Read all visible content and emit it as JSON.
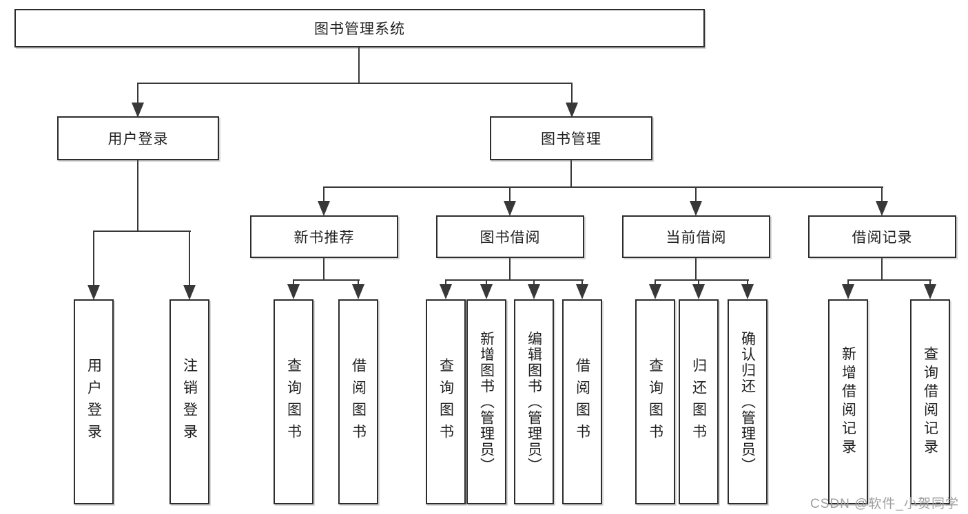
{
  "diagram": {
    "root": {
      "label": "图书管理系统",
      "children": [
        {
          "label": "用户登录",
          "children": [
            {
              "label": "用户登录"
            },
            {
              "label": "注销登录"
            }
          ]
        },
        {
          "label": "图书管理",
          "children": [
            {
              "label": "新书推荐",
              "children": [
                {
                  "label": "查询图书"
                },
                {
                  "label": "借阅图书"
                }
              ]
            },
            {
              "label": "图书借阅",
              "children": [
                {
                  "label": "查询图书"
                },
                {
                  "label": "新增图书（管理员）"
                },
                {
                  "label": "编辑图书（管理员）"
                },
                {
                  "label": "借阅图书"
                }
              ]
            },
            {
              "label": "当前借阅",
              "children": [
                {
                  "label": "查询图书"
                },
                {
                  "label": "归还图书"
                },
                {
                  "label": "确认归还（管理员）"
                }
              ]
            },
            {
              "label": "借阅记录",
              "children": [
                {
                  "label": "新增借阅记录"
                },
                {
                  "label": "查询借阅记录"
                }
              ]
            }
          ]
        }
      ]
    }
  },
  "watermark": {
    "text": "CSDN @软件_小贺同学"
  },
  "colors": {
    "line": "#383838",
    "box_border": "#2d2d2d",
    "text": "#1f1f1f",
    "watermark": "#9e9e9e",
    "background": "#ffffff"
  }
}
